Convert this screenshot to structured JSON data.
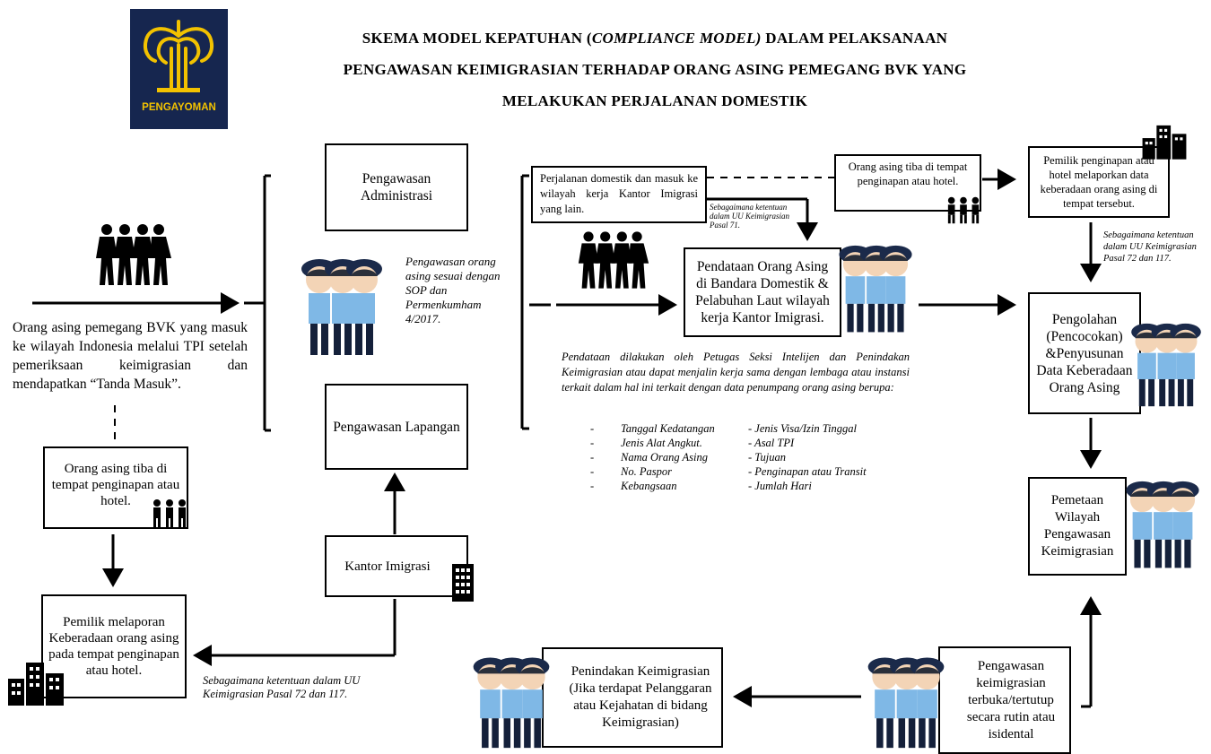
{
  "logo": {
    "label": "PENGAYOMAN"
  },
  "title": {
    "line1_a": "SKEMA MODEL KEPATUHAN (",
    "line1_b": "COMPLIANCE MODEL)",
    "line1_c": " DALAM PELAKSANAAN",
    "line2": "PENGAWASAN KEIMIGRASIAN TERHADAP ORANG ASING PEMEGANG BVK YANG",
    "line3": "MELAKUKAN PERJALANAN DOMESTIK"
  },
  "left": {
    "intro": "Orang asing pemegang BVK yang masuk ke wilayah Indonesia melalui TPI setelah pemeriksaan keimigrasian dan mendapatkan “Tanda Masuk”.",
    "arrive_box": "Orang asing tiba di tempat penginapan atau hotel.",
    "owner_box": "Pemilik melaporan Keberadaan orang asing pada tempat penginapan atau hotel.",
    "law_note": "Sebagaimana ketentuan dalam UU Keimigrasian Pasal 72 dan 117."
  },
  "middle": {
    "admin_box": "Pengawasan Administrasi",
    "field_box": "Pengawasan Lapangan",
    "office_box": "Kantor Imigrasi",
    "admin_note": "Pengawasan orang asing sesuai dengan SOP dan Permenkumham 4/2017."
  },
  "right": {
    "travel_box": "Perjalanan domestik dan masuk ke wilayah kerja Kantor Imigrasi yang lain.",
    "travel_note": "Sebagaimana ketentuan dalam UU Keimigrasian Pasal 71.",
    "arrive_box": "Orang asing tiba di tempat penginapan atau hotel.",
    "hotel_owner_box": "Pemilik penginapan atau hotel melaporkan data keberadaan orang asing di tempat tersebut.",
    "hotel_note": "Sebagaimana ketentuan dalam UU Keimigrasian Pasal 72 dan 117.",
    "data_box": "Pendataan Orang Asing di Bandara Domestik & Pelabuhan Laut wilayah kerja Kantor Imigrasi.",
    "data_note": "Pendataan dilakukan oleh Petugas Seksi Intelijen dan Penindakan Keimigrasian atau dapat menjalin kerja sama dengan lembaga atau instansi terkait dalam hal ini terkait dengan data penumpang orang asing berupa:",
    "list": [
      {
        "a": "Tanggal Kedatangan",
        "b": "- Jenis Visa/Izin Tinggal"
      },
      {
        "a": "Jenis Alat Angkut.",
        "b": "- Asal TPI"
      },
      {
        "a": "Nama Orang Asing",
        "b": "- Tujuan"
      },
      {
        "a": "No. Paspor",
        "b": "- Penginapan atau Transit"
      },
      {
        "a": "Kebangsaan",
        "b": "- Jumlah Hari"
      }
    ],
    "dash": "-",
    "processing_box": "Pengolahan (Pencocokan) &Penyusunan Data Keberadaan Orang Asing",
    "mapping_box": "Pemetaan Wilayah Pengawasan Keimigrasian",
    "surveillance_box": "Pengawasan keimigrasian terbuka/tertutup secara rutin atau isidental",
    "enforcement_box": "Penindakan Keimigrasian (Jika terdapat Pelanggaran atau Kejahatan di bidang Keimigrasian)"
  },
  "colors": {
    "logo_bg": "#16264f",
    "logo_gold": "#f2c200",
    "officer_shirt": "#7fb8e6",
    "officer_hat": "#1b2a4a"
  }
}
